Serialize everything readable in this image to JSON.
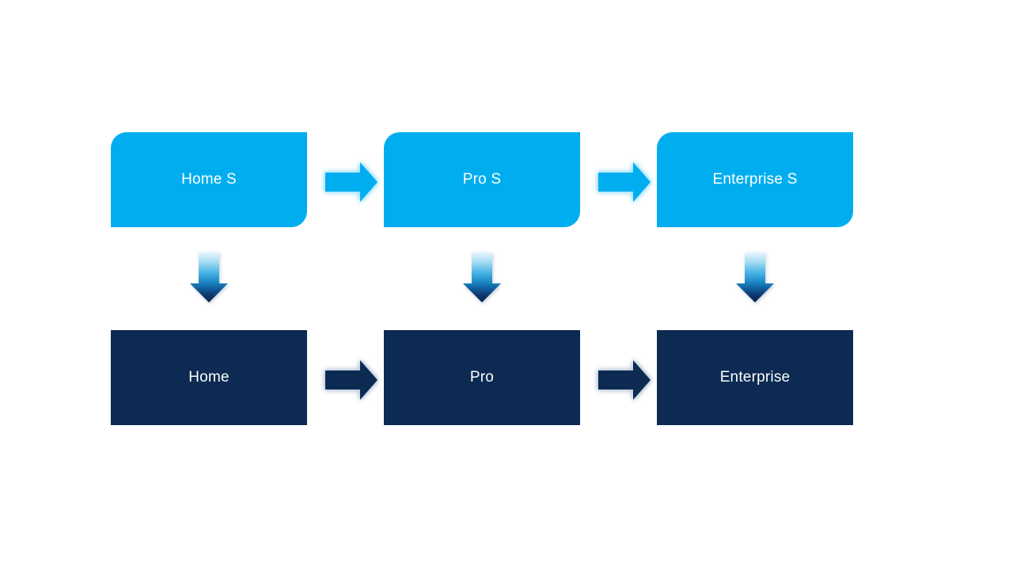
{
  "diagram": {
    "columns": [
      {
        "top_label": "Home S",
        "bottom_label": "Home"
      },
      {
        "top_label": "Pro S",
        "bottom_label": "Pro"
      },
      {
        "top_label": "Enterprise S",
        "bottom_label": "Enterprise"
      }
    ],
    "colors": {
      "background": "#FFFFFF",
      "top_box": "#00AEEF",
      "bottom_box": "#0C2A52",
      "text": "#FFFFFF",
      "top_arrow": "#00AEEF",
      "top_arrow_glow": "#98DFF8",
      "bottom_arrow": "#0C2A52",
      "bottom_arrow_glow": "#B7C3D6"
    },
    "down_arrow_gradient": [
      "#ECF8FD",
      "#AEE0F5",
      "#4FB6E6",
      "#1D8DC9",
      "#10619F",
      "#0C3A6E",
      "#0A2348"
    ]
  }
}
